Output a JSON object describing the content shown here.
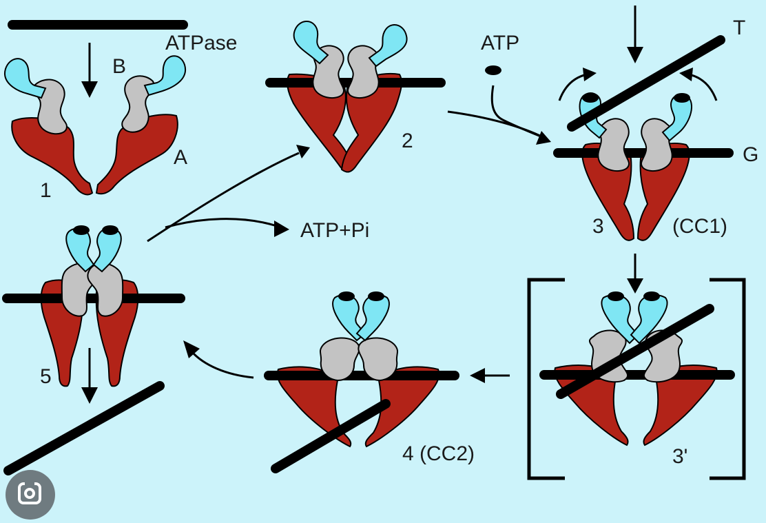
{
  "labels": {
    "atpase": "ATPase",
    "b": "B",
    "a": "A",
    "s1": "1",
    "s2": "2",
    "atp": "ATP",
    "t": "T",
    "g": "G",
    "s3": "3",
    "cc1": "(CC1)",
    "atp_pi": "ATP+Pi",
    "s5": "5",
    "s4": "4 (CC2)",
    "s3p": "3'"
  },
  "colors": {
    "background": "#ccf3fa",
    "dna": "#000000",
    "atpase_domain": "#b22318",
    "linker_domain": "#c3c3c3",
    "head_domain": "#7fe6f4"
  },
  "icons": {
    "lens": "lens-search-icon"
  }
}
